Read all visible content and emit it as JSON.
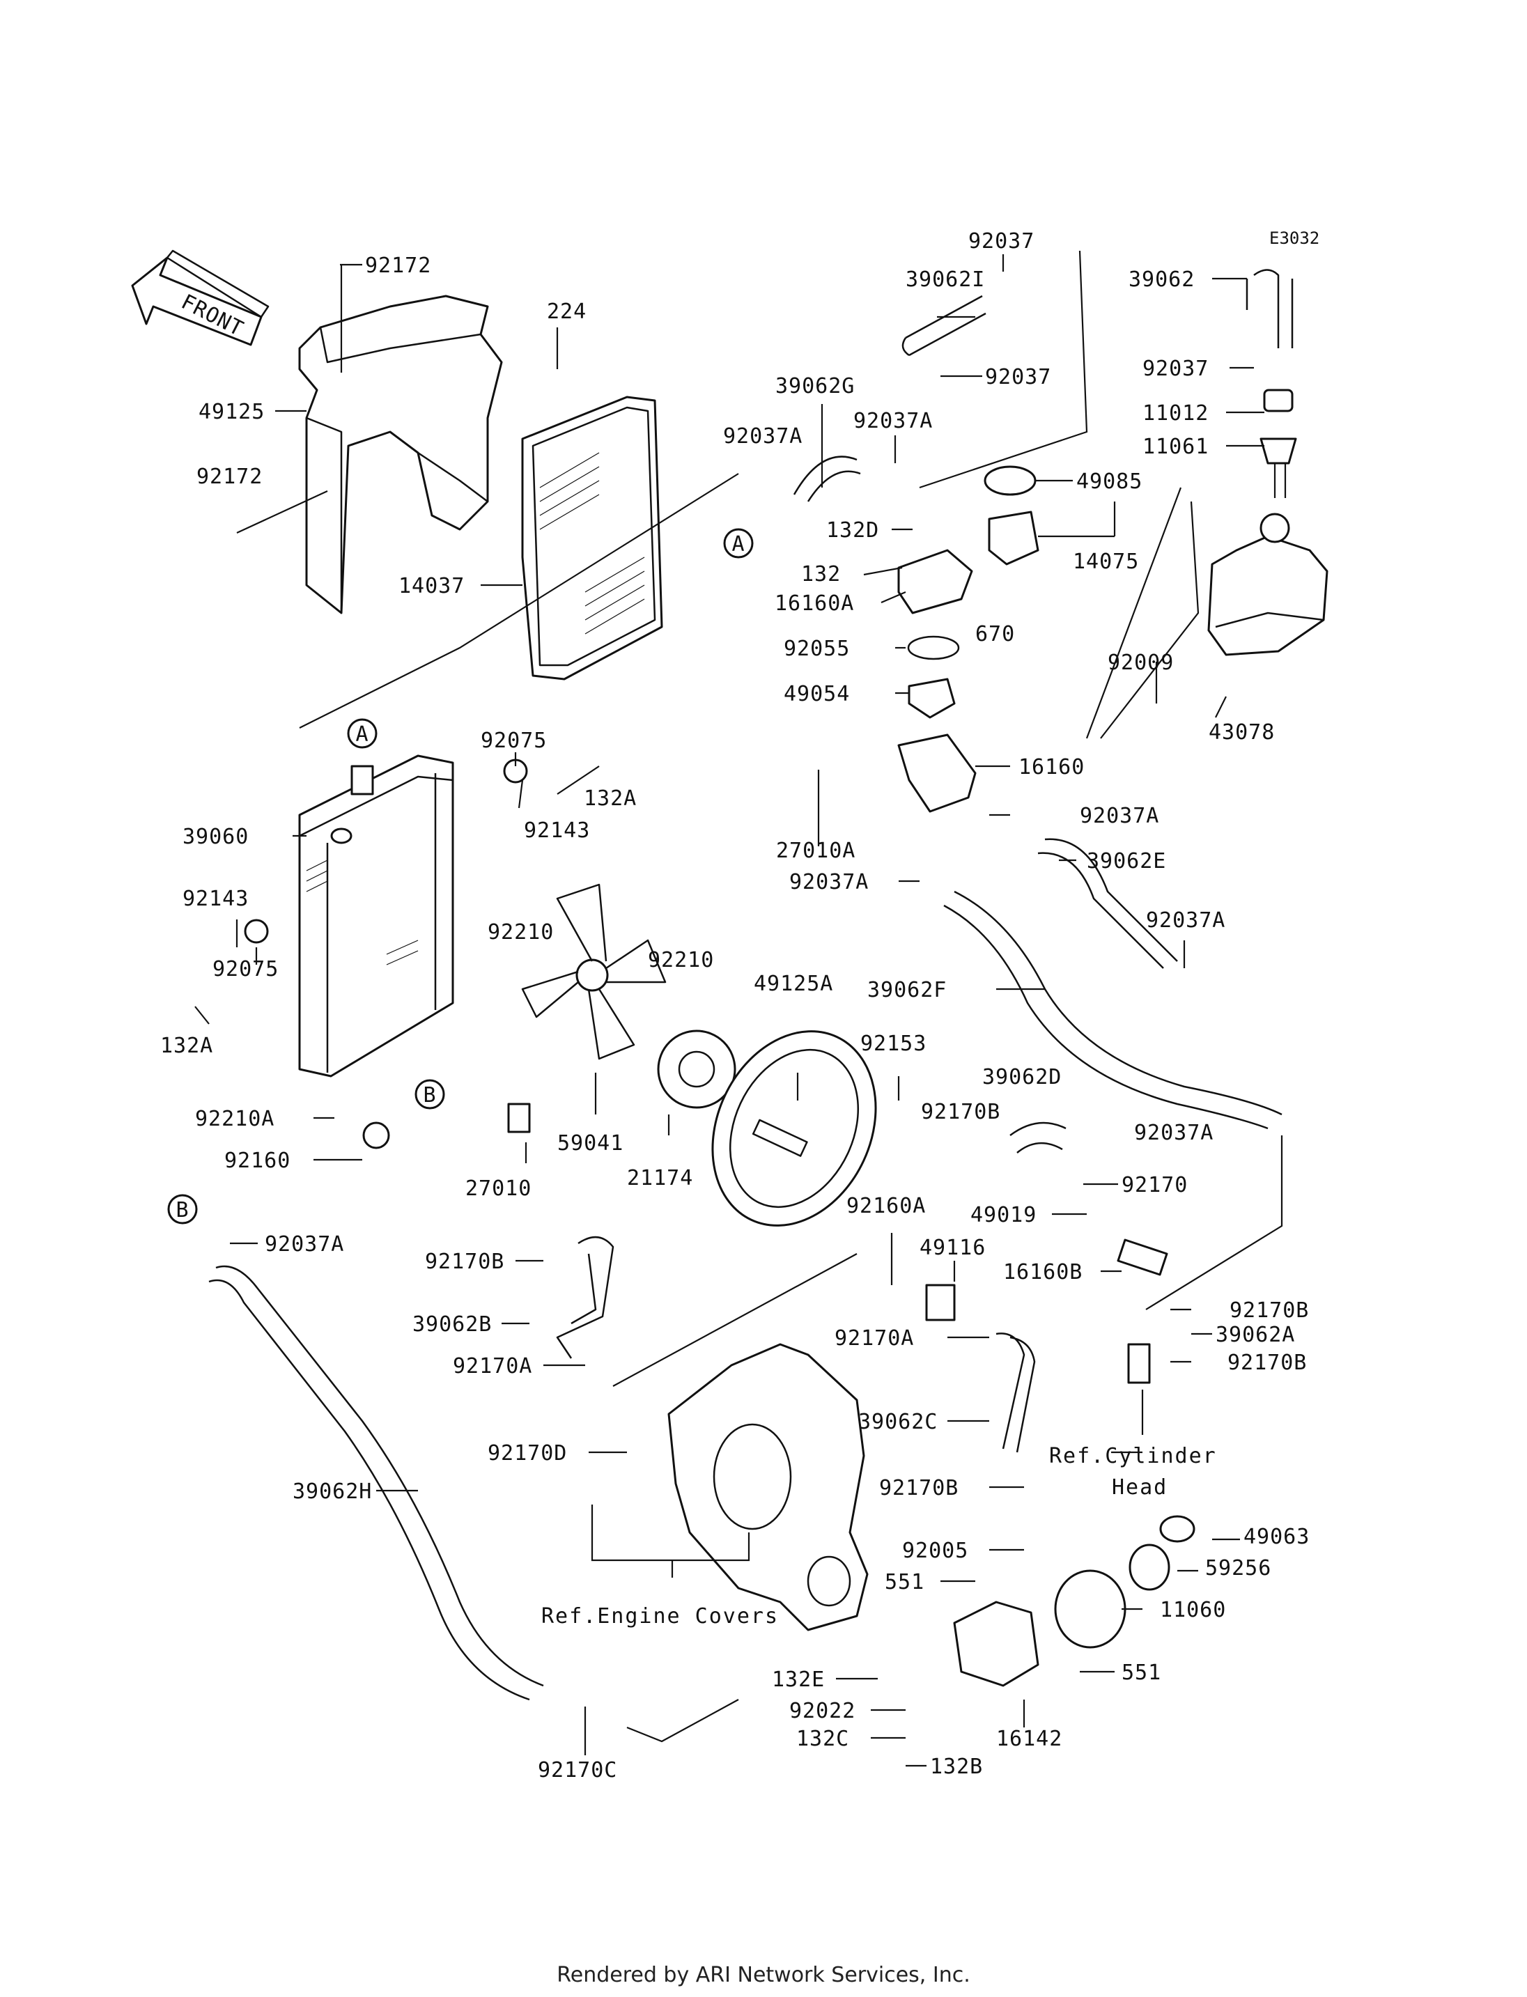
{
  "diagram_code": "E3032",
  "front_label": "FRONT",
  "callouts": {
    "A": "A",
    "B": "B"
  },
  "refs": {
    "cylinder_head_1": "Ref.Cylinder",
    "cylinder_head_2": "Head",
    "engine_covers": "Ref.Engine Covers"
  },
  "footer": "Rendered by ARI Network Services, Inc.",
  "parts": [
    {
      "id": "p0",
      "label": "92172"
    },
    {
      "id": "p1",
      "label": "49125"
    },
    {
      "id": "p2",
      "label": "92172"
    },
    {
      "id": "p3",
      "label": "224"
    },
    {
      "id": "p4",
      "label": "14037"
    },
    {
      "id": "p5",
      "label": "92037"
    },
    {
      "id": "p6",
      "label": "39062I"
    },
    {
      "id": "p7",
      "label": "92037"
    },
    {
      "id": "p8",
      "label": "39062G"
    },
    {
      "id": "p9",
      "label": "92037A"
    },
    {
      "id": "p10",
      "label": "92037A"
    },
    {
      "id": "p11",
      "label": "132D"
    },
    {
      "id": "p12",
      "label": "132"
    },
    {
      "id": "p13",
      "label": "16160A"
    },
    {
      "id": "p14",
      "label": "670"
    },
    {
      "id": "p15",
      "label": "92055"
    },
    {
      "id": "p16",
      "label": "49054"
    },
    {
      "id": "p17",
      "label": "49085"
    },
    {
      "id": "p18",
      "label": "14075"
    },
    {
      "id": "p19",
      "label": "39062"
    },
    {
      "id": "p20",
      "label": "92037"
    },
    {
      "id": "p21",
      "label": "11012"
    },
    {
      "id": "p22",
      "label": "11061"
    },
    {
      "id": "p23",
      "label": "92009"
    },
    {
      "id": "p24",
      "label": "43078"
    },
    {
      "id": "p25",
      "label": "92075"
    },
    {
      "id": "p26",
      "label": "132A"
    },
    {
      "id": "p27",
      "label": "92143"
    },
    {
      "id": "p28",
      "label": "39060"
    },
    {
      "id": "p29",
      "label": "92143"
    },
    {
      "id": "p30",
      "label": "92075"
    },
    {
      "id": "p31",
      "label": "132A"
    },
    {
      "id": "p32",
      "label": "92210"
    },
    {
      "id": "p33",
      "label": "92210"
    },
    {
      "id": "p34",
      "label": "49125A"
    },
    {
      "id": "p35",
      "label": "92153"
    },
    {
      "id": "p36",
      "label": "16160"
    },
    {
      "id": "p37",
      "label": "27010A"
    },
    {
      "id": "p38",
      "label": "92037A"
    },
    {
      "id": "p39",
      "label": "92037A"
    },
    {
      "id": "p40",
      "label": "39062E"
    },
    {
      "id": "p41",
      "label": "92037A"
    },
    {
      "id": "p42",
      "label": "39062F"
    },
    {
      "id": "p43",
      "label": "92210A"
    },
    {
      "id": "p44",
      "label": "92160"
    },
    {
      "id": "p45",
      "label": "27010"
    },
    {
      "id": "p46",
      "label": "59041"
    },
    {
      "id": "p47",
      "label": "21174"
    },
    {
      "id": "p48",
      "label": "39062D"
    },
    {
      "id": "p49",
      "label": "92170B"
    },
    {
      "id": "p50",
      "label": "92170"
    },
    {
      "id": "p51",
      "label": "92037A"
    },
    {
      "id": "p52",
      "label": "49019"
    },
    {
      "id": "p53",
      "label": "16160B"
    },
    {
      "id": "p54",
      "label": "92160A"
    },
    {
      "id": "p55",
      "label": "49116"
    },
    {
      "id": "p56",
      "label": "92037A"
    },
    {
      "id": "p57",
      "label": "92170B"
    },
    {
      "id": "p58",
      "label": "39062B"
    },
    {
      "id": "p59",
      "label": "92170A"
    },
    {
      "id": "p60",
      "label": "92170A"
    },
    {
      "id": "p61",
      "label": "39062C"
    },
    {
      "id": "p62",
      "label": "92170B"
    },
    {
      "id": "p63",
      "label": "39062A"
    },
    {
      "id": "p64",
      "label": "92170B"
    },
    {
      "id": "p65",
      "label": "92170D"
    },
    {
      "id": "p66",
      "label": "39062H"
    },
    {
      "id": "p67",
      "label": "92170B"
    },
    {
      "id": "p68",
      "label": "92005"
    },
    {
      "id": "p69",
      "label": "551"
    },
    {
      "id": "p70",
      "label": "49063"
    },
    {
      "id": "p71",
      "label": "59256"
    },
    {
      "id": "p72",
      "label": "11060"
    },
    {
      "id": "p73",
      "label": "551"
    },
    {
      "id": "p74",
      "label": "132E"
    },
    {
      "id": "p75",
      "label": "92022"
    },
    {
      "id": "p76",
      "label": "132C"
    },
    {
      "id": "p77",
      "label": "132B"
    },
    {
      "id": "p78",
      "label": "16142"
    },
    {
      "id": "p79",
      "label": "92170C"
    }
  ]
}
